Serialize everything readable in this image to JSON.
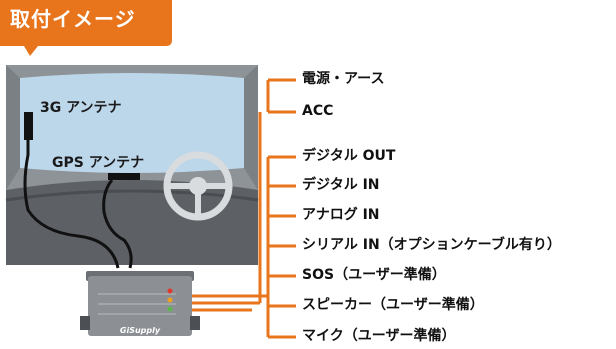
{
  "banner": {
    "title": "取付イメージ"
  },
  "antennas": {
    "ant3g": "3G アンテナ",
    "gps": "GPS アンテナ"
  },
  "device": {
    "brand": "GiSupply"
  },
  "connections": [
    "電源・アース",
    "ACC",
    "デジタル OUT",
    "デジタル IN",
    "アナログ IN",
    "シリアル IN（オプションケーブル有り）",
    "SOS（ユーザー準備）",
    "スピーカー（ユーザー準備）",
    "マイク（ユーザー準備）"
  ],
  "colors": {
    "accent": "#e8741c",
    "wire": "#e8741c",
    "sky": "#bcd6ea",
    "car_body": "#8a8f93",
    "dashboard": "#5b5f63",
    "device_body": "#8c9094",
    "led_red": "#e03a2c",
    "led_orange": "#f0a020",
    "led_green": "#5cb84a"
  }
}
